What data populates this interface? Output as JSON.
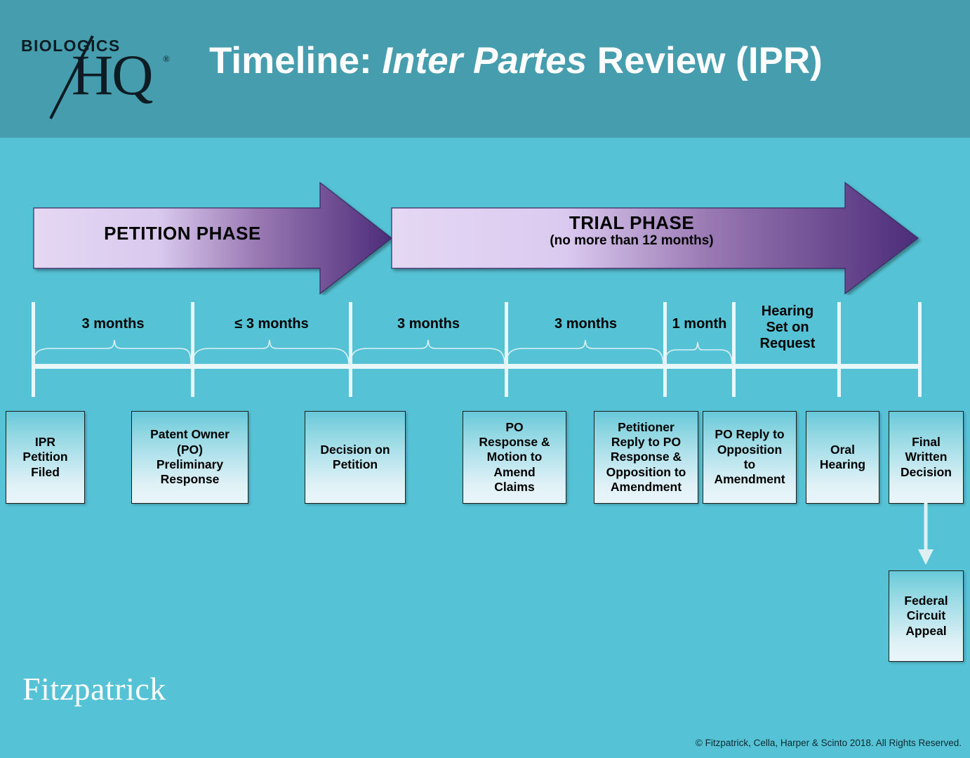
{
  "header": {
    "logo_biologics": "BIOLOGICS",
    "logo_hq": "HQ",
    "logo_reg": "®",
    "title_prefix": "Timeline: ",
    "title_italic": "Inter Partes",
    "title_suffix": " Review (IPR)",
    "background_color": "#459dae"
  },
  "canvas": {
    "background_color": "#55c3d5"
  },
  "phases": [
    {
      "name": "petition-phase",
      "label": "PETITION PHASE",
      "sublabel": "",
      "gradient_from": "#e3d6f2",
      "gradient_to": "#4a2a78"
    },
    {
      "name": "trial-phase",
      "label": "TRIAL PHASE",
      "sublabel": "(no more than 12 months)",
      "gradient_from": "#e3d6f2",
      "gradient_to": "#4a2a78"
    }
  ],
  "durations": [
    {
      "name": "duration-1",
      "label": "3 months",
      "brace": true
    },
    {
      "name": "duration-2",
      "label": "≤ 3 months",
      "brace": true
    },
    {
      "name": "duration-3",
      "label": "3 months",
      "brace": true
    },
    {
      "name": "duration-4",
      "label": "3 months",
      "brace": true
    },
    {
      "name": "duration-5",
      "label": "1 month",
      "brace": true
    },
    {
      "name": "duration-6",
      "label": "Hearing\nSet on\nRequest",
      "brace": false
    }
  ],
  "events": [
    {
      "name": "ipr-petition-filed",
      "label": "IPR\nPetition\nFiled"
    },
    {
      "name": "po-preliminary-response",
      "label": "Patent Owner\n(PO)\nPreliminary\nResponse"
    },
    {
      "name": "decision-on-petition",
      "label": "Decision on\nPetition"
    },
    {
      "name": "po-response-motion-amend",
      "label": "PO\nResponse &\nMotion to\nAmend\nClaims"
    },
    {
      "name": "petitioner-reply",
      "label": "Petitioner\nReply to PO\nResponse &\nOpposition to\nAmendment"
    },
    {
      "name": "po-reply-opposition",
      "label": "PO Reply to\nOpposition\nto\nAmendment"
    },
    {
      "name": "oral-hearing",
      "label": "Oral\nHearing"
    },
    {
      "name": "final-written-decision",
      "label": "Final\nWritten\nDecision"
    }
  ],
  "appeal": {
    "name": "federal-circuit-appeal",
    "label": "Federal\nCircuit\nAppeal"
  },
  "footer": {
    "firm_logo": "Fitzpatrick",
    "copyright": "© Fitzpatrick, Cella, Harper & Scinto 2018. All Rights Reserved."
  }
}
